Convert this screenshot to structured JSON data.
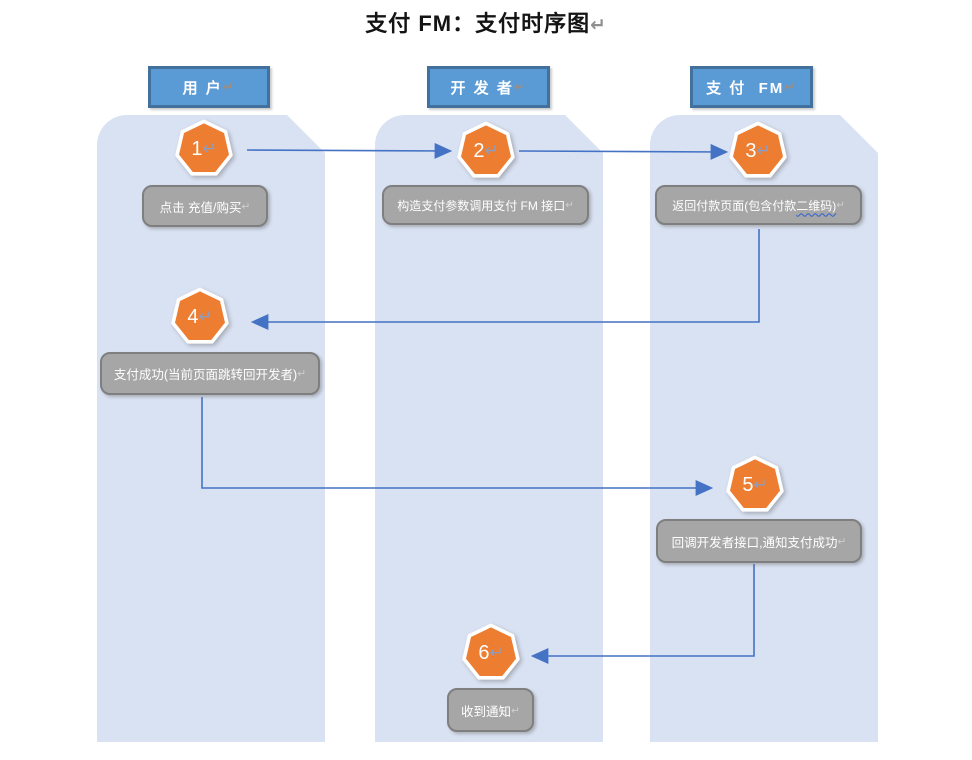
{
  "title": {
    "text": "支付 FM：支付时序图"
  },
  "mark": "↵",
  "palette": {
    "lane_fill": "#d9e2f3",
    "header_fill": "#5b9bd5",
    "header_border": "#41719c",
    "badge_fill": "#ed7d31",
    "badge_outline": "#ffffff",
    "box_fill": "#a6a6a6",
    "box_border": "#7f7f7f",
    "arrow": "#4472c4",
    "spellcheck_wavy": "#2e5fd0",
    "text_on_dark": "#ffffff"
  },
  "lanes": [
    {
      "id": "user",
      "header": "用 户"
    },
    {
      "id": "developer",
      "header": "开 发 者"
    },
    {
      "id": "payment-fm",
      "header": "支 付  FM"
    }
  ],
  "steps": [
    {
      "num": "1",
      "lane": "user",
      "label": "点击 充值/购买"
    },
    {
      "num": "2",
      "lane": "developer",
      "label": "构造支付参数调用支付 FM 接口"
    },
    {
      "num": "3",
      "lane": "payment-fm",
      "label": "返回付款页面(包含付款",
      "label_wavy": "二维码)"
    },
    {
      "num": "4",
      "lane": "user",
      "label": "支付成功(当前页面跳转回开发者)"
    },
    {
      "num": "5",
      "lane": "payment-fm",
      "label": "回调开发者接口,通知支付成功"
    },
    {
      "num": "6",
      "lane": "developer",
      "label": "收到通知"
    }
  ],
  "flow": [
    {
      "from": "1",
      "to": "2"
    },
    {
      "from": "2",
      "to": "3"
    },
    {
      "from": "3",
      "to": "4"
    },
    {
      "from": "4",
      "to": "5"
    },
    {
      "from": "5",
      "to": "6"
    }
  ]
}
